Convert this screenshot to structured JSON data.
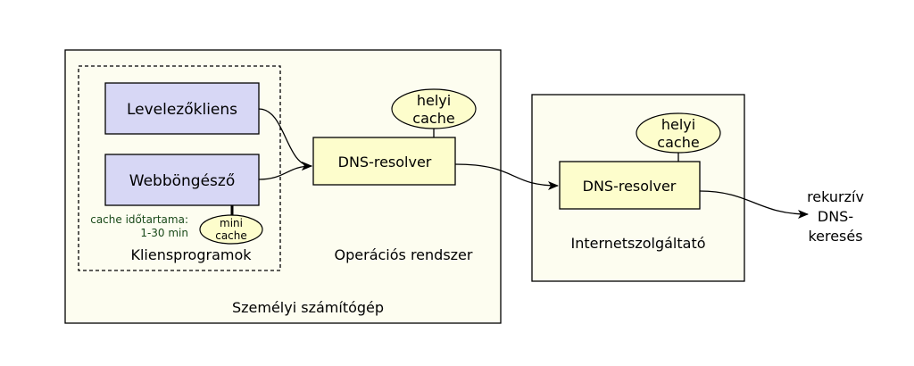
{
  "labels": {
    "mail_client": "Levelezőkliens",
    "web_browser": "Webböngésző",
    "client_programs": "Kliensprogramok",
    "operating_system": "Operációs rendszer",
    "personal_computer": "Személyi számítógép",
    "dns_resolver_local": "DNS-resolver",
    "dns_resolver_isp": "DNS-resolver",
    "isp": "Internetszolgáltató",
    "local_cache_1_line1": "helyi",
    "local_cache_1_line2": "cache",
    "local_cache_2_line1": "helyi",
    "local_cache_2_line2": "cache",
    "mini_cache_line1": "mini",
    "mini_cache_line2": "cache",
    "cache_duration_line1": "cache időtartama:",
    "cache_duration_line2": "1-30 min",
    "recursive_line1": "rekurzív",
    "recursive_line2": "DNS-",
    "recursive_line3": "keresés"
  },
  "colors": {
    "outer_box_fill": "#fdfdf0",
    "client_box_fill": "#d7d7f5",
    "resolver_fill": "#fdfdcc",
    "cache_fill": "#fdfdcc",
    "note_text": "#1a4a1a"
  }
}
